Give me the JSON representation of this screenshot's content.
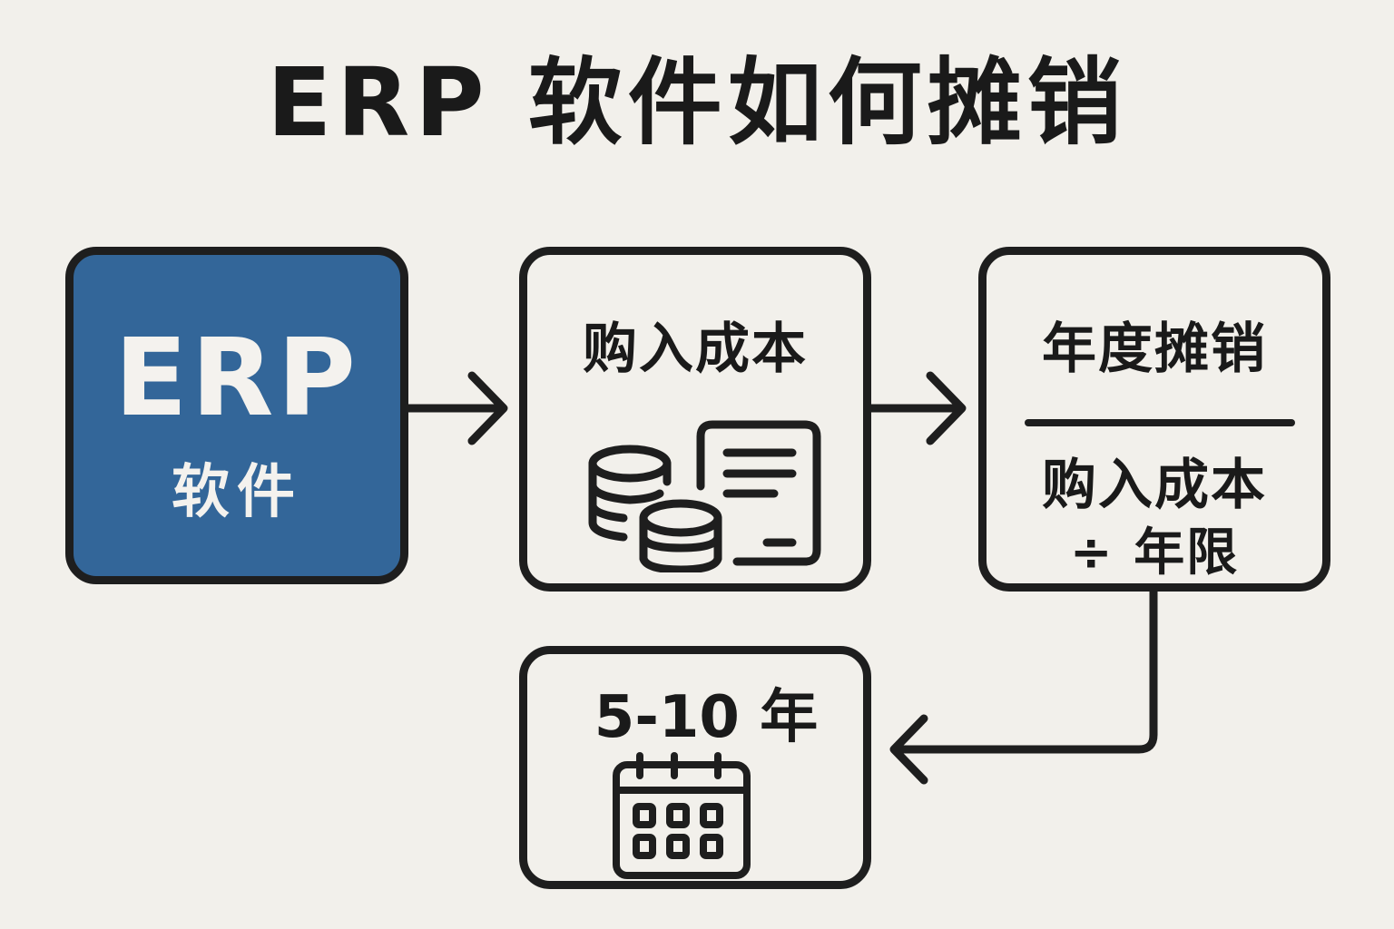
{
  "title": "ERP 软件如何摊销",
  "nodes": {
    "erp": {
      "main": "ERP",
      "sub": "软件",
      "color": "#336699"
    },
    "purchase_cost": {
      "label": "购入成本",
      "icon": "coins-and-invoice-icon"
    },
    "annual_amortization": {
      "label": "年度摊销",
      "formula_numerator": "购入成本",
      "formula_denominator": "÷ 年限"
    },
    "useful_life": {
      "label": "5-10 年",
      "icon": "calendar-icon"
    }
  },
  "edges": [
    {
      "from": "erp",
      "to": "purchase_cost"
    },
    {
      "from": "purchase_cost",
      "to": "annual_amortization"
    },
    {
      "from": "annual_amortization",
      "to": "useful_life"
    }
  ],
  "colors": {
    "background": "#f2f0eb",
    "stroke": "#1e1e1e",
    "accent": "#336699"
  }
}
